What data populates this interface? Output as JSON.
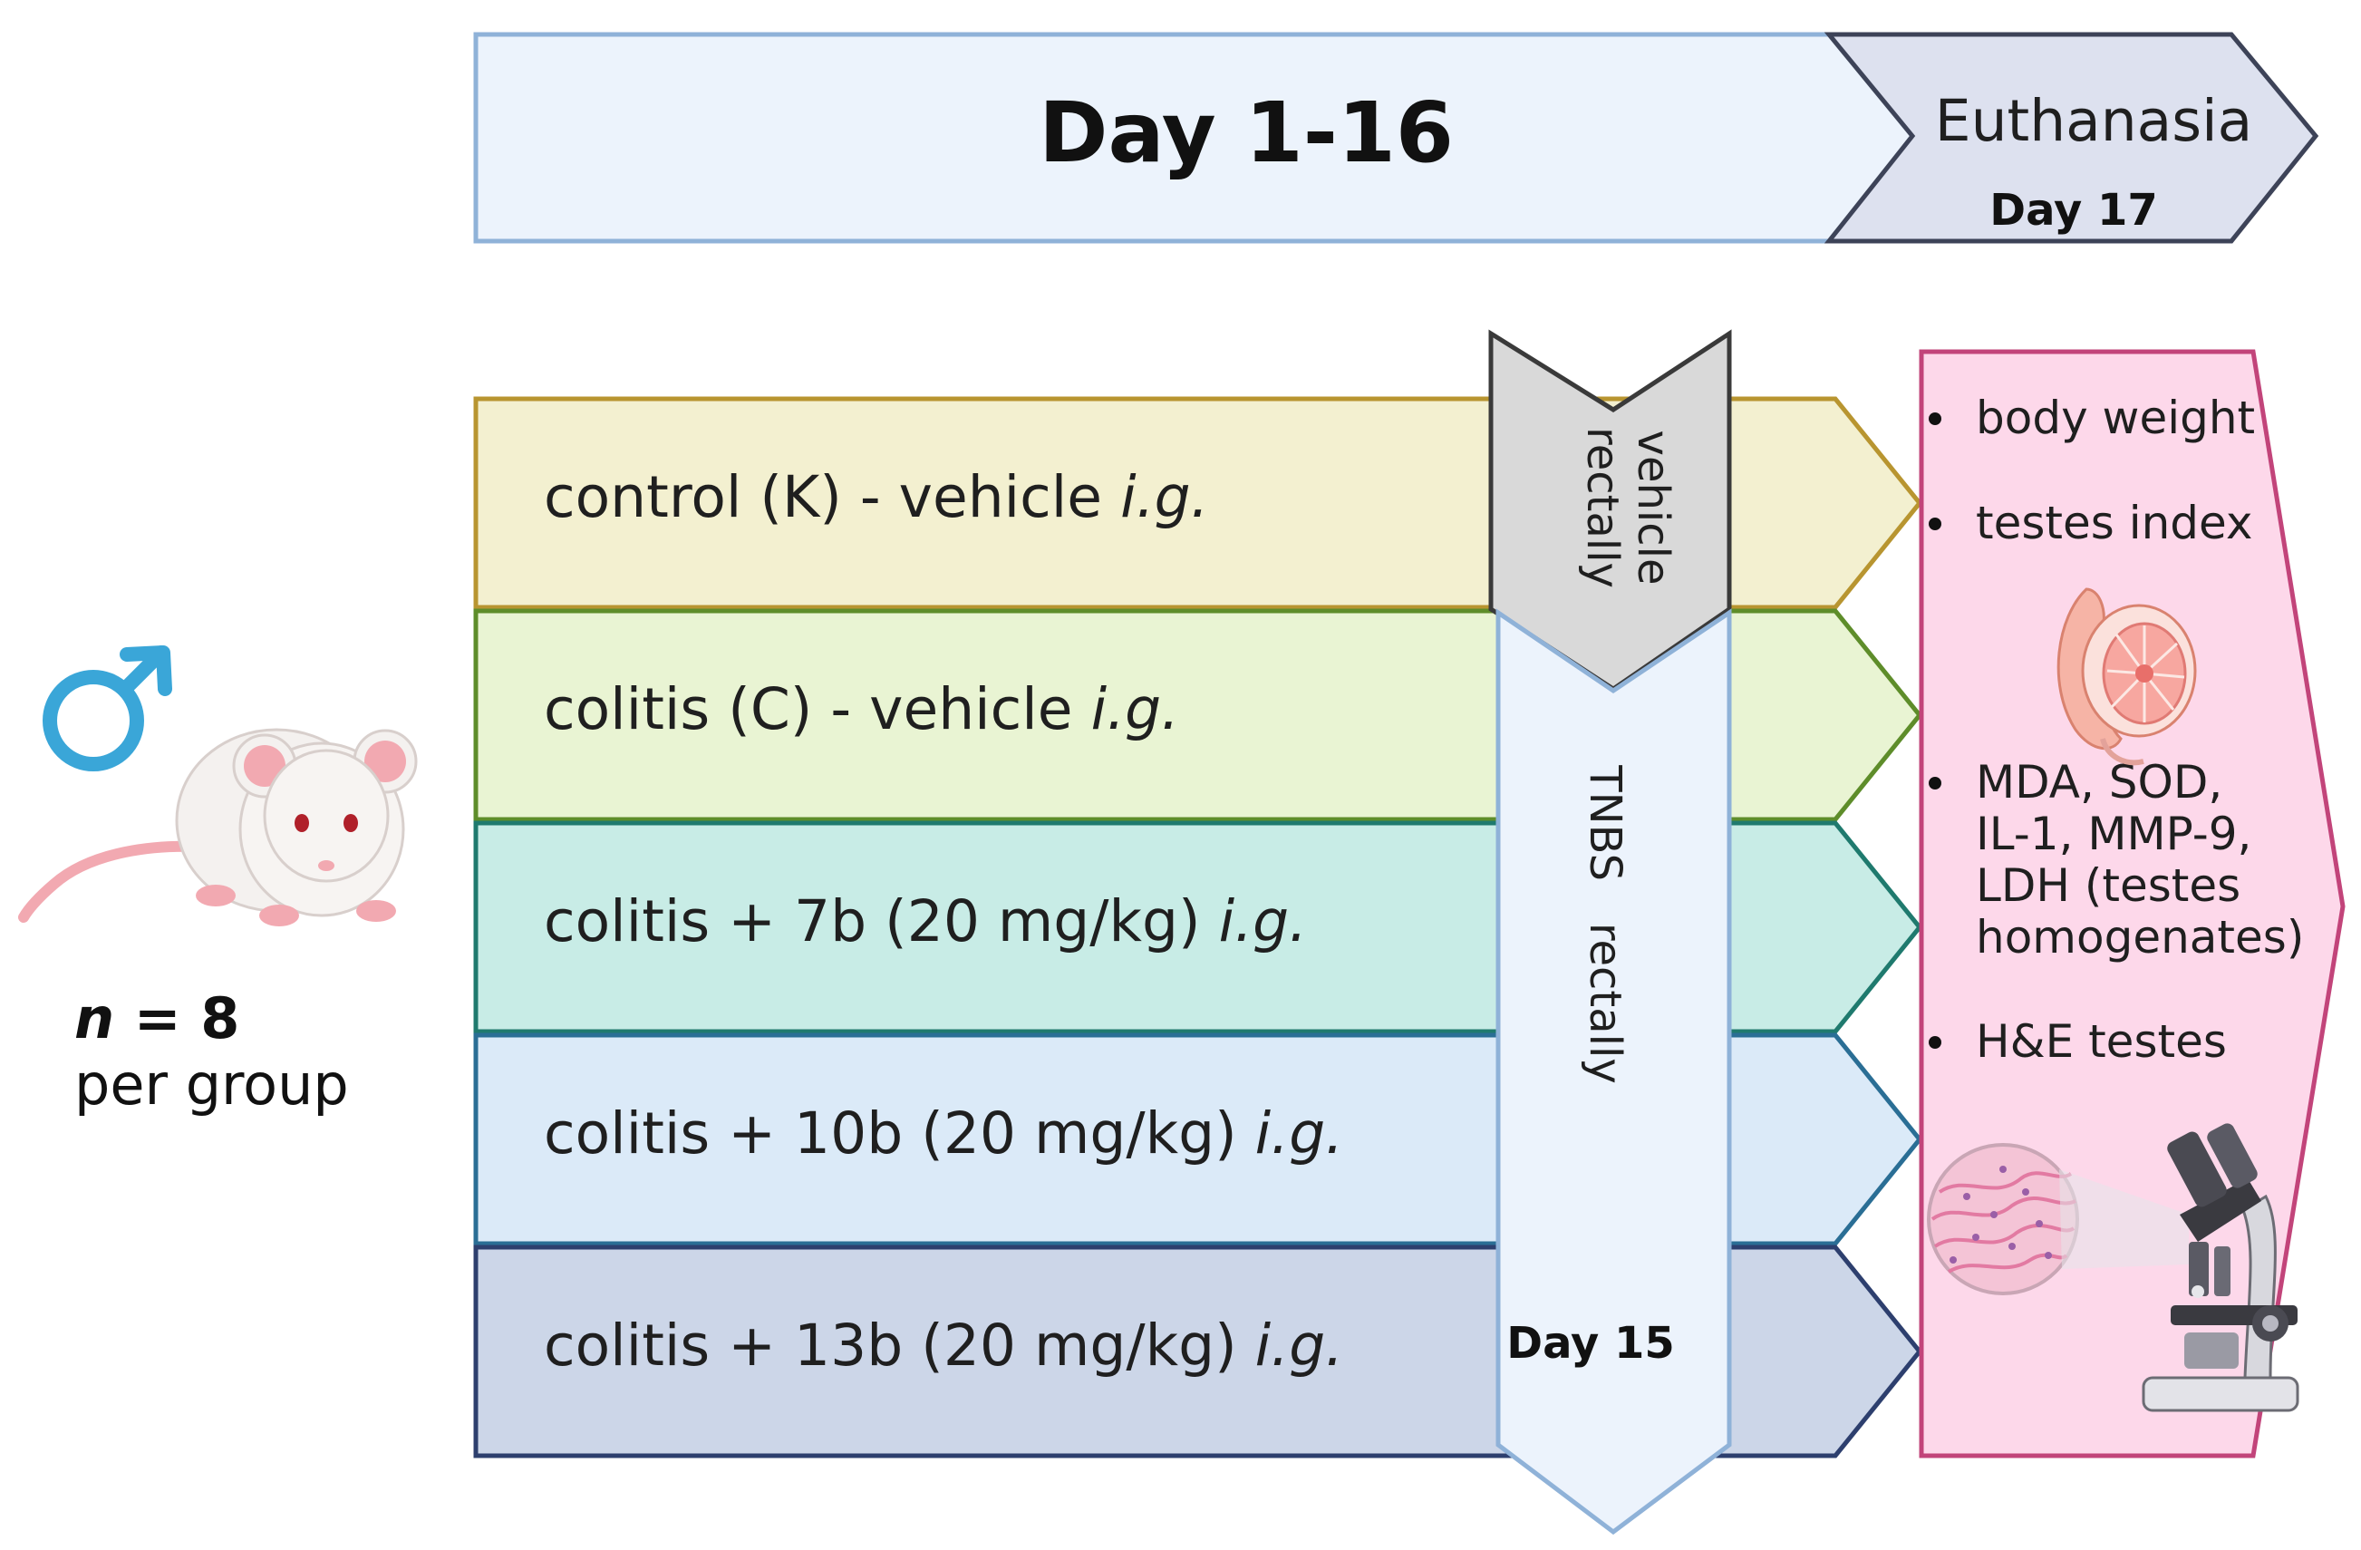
{
  "timeline": {
    "main_label": "Day 1-16",
    "end_title": "Euthanasia",
    "end_day": "Day 17"
  },
  "groups": [
    {
      "prefix": "control (K) - vehicle ",
      "route": "i.g.",
      "fill": "#f3f0d0",
      "stroke": "#b89530"
    },
    {
      "prefix": "colitis (C) - vehicle ",
      "route": "i.g.",
      "fill": "#e9f4d3",
      "stroke": "#5e8d2a"
    },
    {
      "prefix": "colitis + 7b (20 mg/kg)  ",
      "route": "i.g.",
      "fill": "#c8ece6",
      "stroke": "#1f7a6e"
    },
    {
      "prefix": "colitis + 10b (20 mg/kg) ",
      "route": "i.g.",
      "fill": "#dbeaf8",
      "stroke": "#2a6e95"
    },
    {
      "prefix": "colitis + 13b (20 mg/kg) ",
      "route": "i.g.",
      "fill": "#ccd6e8",
      "stroke": "#2d3f6e"
    }
  ],
  "vehicle_rectally": {
    "line1": "vehicle",
    "line2": "rectally"
  },
  "tnbs": {
    "text": "TNBS   rectally",
    "day": "Day 15"
  },
  "animals": {
    "n_symbol": "n",
    "n_value": " = 8",
    "per_group": "per group"
  },
  "outcomes": [
    {
      "lines": [
        "body weight"
      ]
    },
    {
      "lines": [
        "testes index"
      ]
    },
    {
      "lines": [
        "MDA, SOD,",
        "IL-1, MMP-9,",
        "LDH (testes",
        "homogenates)"
      ]
    },
    {
      "lines": [
        "H&E testes"
      ]
    }
  ],
  "colors": {
    "timeline_fill": "#ecf3fc",
    "timeline_stroke": "#8fb2d8",
    "euthanasia_fill": "#dde1ef",
    "euthanasia_stroke": "#3d4358",
    "outcome_fill": "#fdd8ea",
    "outcome_stroke": "#c2447a",
    "vehicle_fill": "#d9d9d9",
    "vehicle_stroke": "#3a3a3a",
    "tnbs_fill": "#ecf3fc",
    "tnbs_stroke": "#8fb2d8",
    "male_symbol": "#3aa6d8",
    "mouse_body": "#f4f1ef",
    "mouse_pink": "#f2a9b1"
  },
  "icons": [
    "male-symbol-icon",
    "mouse-icon",
    "testis-icon",
    "histology-icon",
    "microscope-icon"
  ]
}
